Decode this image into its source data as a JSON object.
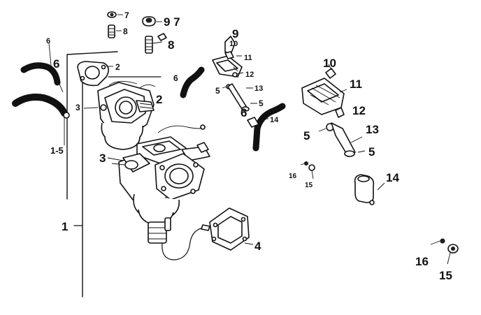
{
  "diagram": {
    "callouts": [
      {
        "id": "c-7a",
        "text": "7"
      },
      {
        "id": "c-8a",
        "text": "8"
      },
      {
        "id": "c-9-7",
        "text": "9 7"
      },
      {
        "id": "c-8b",
        "text": "8"
      },
      {
        "id": "c-6-top",
        "text": "6"
      },
      {
        "id": "c-6-left",
        "text": "6"
      },
      {
        "id": "c-2a",
        "text": "2"
      },
      {
        "id": "c-3a",
        "text": "3"
      },
      {
        "id": "c-2b",
        "text": "2"
      },
      {
        "id": "c-6-mid",
        "text": "6"
      },
      {
        "id": "c-9",
        "text": "9"
      },
      {
        "id": "c-10a",
        "text": "10"
      },
      {
        "id": "c-11a",
        "text": "11"
      },
      {
        "id": "c-12a",
        "text": "12"
      },
      {
        "id": "c-5a",
        "text": "5"
      },
      {
        "id": "c-13a",
        "text": "13"
      },
      {
        "id": "c-5b",
        "text": "5"
      },
      {
        "id": "c-6-b",
        "text": "6"
      },
      {
        "id": "c-14a",
        "text": "14"
      },
      {
        "id": "c-10b",
        "text": "10"
      },
      {
        "id": "c-11b",
        "text": "11"
      },
      {
        "id": "c-12b",
        "text": "12"
      },
      {
        "id": "c-5c",
        "text": "5"
      },
      {
        "id": "c-13b",
        "text": "13"
      },
      {
        "id": "c-5d",
        "text": "5"
      },
      {
        "id": "c-14b",
        "text": "14"
      },
      {
        "id": "c-16a",
        "text": "16"
      },
      {
        "id": "c-15a",
        "text": "15"
      },
      {
        "id": "c-3b",
        "text": "3"
      },
      {
        "id": "c-1-5",
        "text": "1-5"
      },
      {
        "id": "c-1",
        "text": "1"
      },
      {
        "id": "c-4",
        "text": "4"
      },
      {
        "id": "c-16b",
        "text": "16"
      },
      {
        "id": "c-15b",
        "text": "15"
      }
    ]
  }
}
